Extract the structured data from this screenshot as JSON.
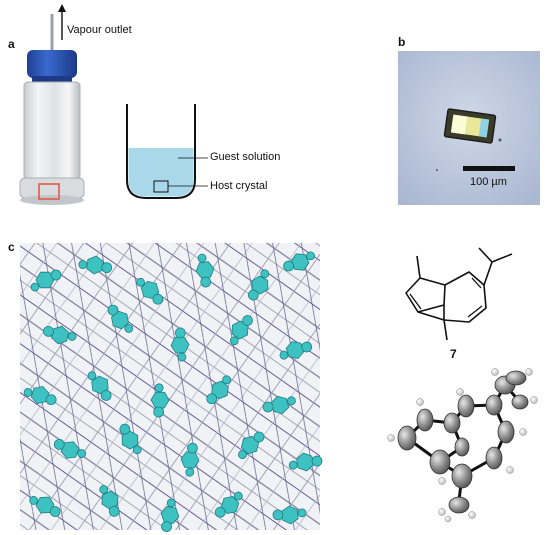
{
  "figure": {
    "panels": {
      "a": "a",
      "b": "b",
      "c": "c"
    },
    "labels": {
      "vapour_outlet": "Vapour outlet",
      "guest_solution": "Guest solution",
      "host_crystal": "Host crystal",
      "scale_bar": "100 µm",
      "compound_number": "7"
    },
    "colors": {
      "vial_cap": "#2b57b8",
      "guest_solution": "#a9d8ea",
      "highlight_box": "#e05a4a",
      "micrograph_bg": "#b9c6dc",
      "guest_molecule": "#3ec1c1",
      "framework": "#8c8ca8"
    }
  }
}
